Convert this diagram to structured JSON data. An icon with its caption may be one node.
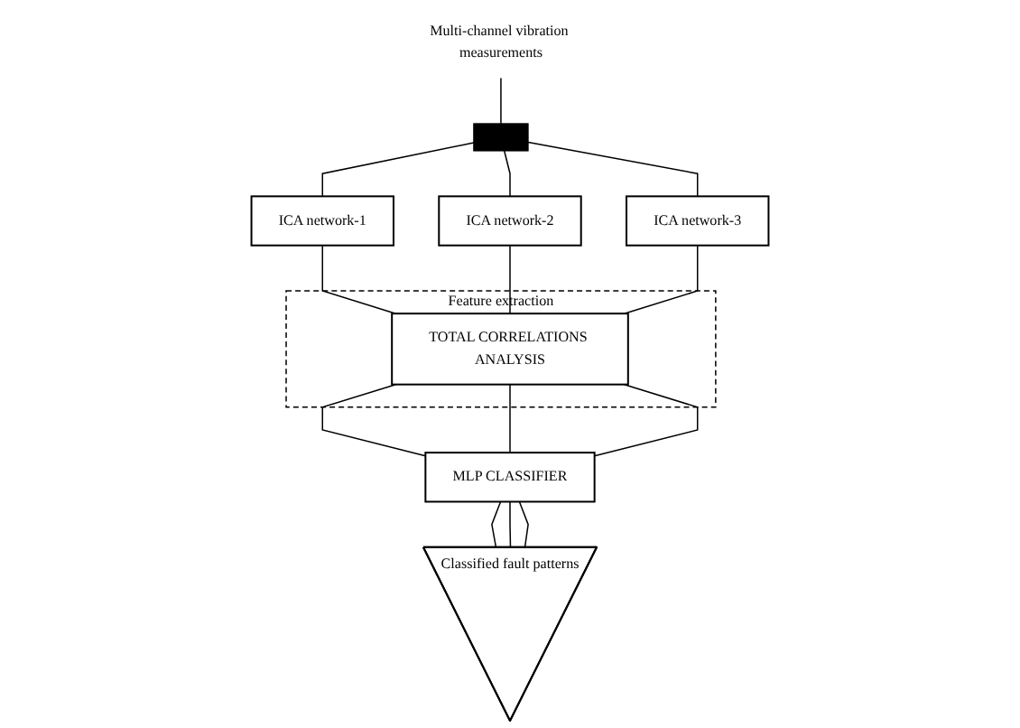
{
  "diagram": {
    "nodes": [
      {
        "text": [
          "Multi-channel vibration measurements"
        ]
      },
      {
        "text": [],
        "shape": "bar"
      },
      {
        "text": [
          "ICA network-1"
        ]
      },
      {
        "text": [
          "ICA network-2"
        ]
      },
      {
        "text": [
          "ICA network-3"
        ]
      },
      {
        "text": [
          "Feature extraction"
        ]
      },
      {
        "text": [
          "TOTAL CORRELATIONS ANALYSIS"
        ],
        "in": 5
      },
      {
        "text": [
          "MLP CLASSIFIER"
        ]
      },
      {
        "text": [
          "Classified fault patterns"
        ]
      }
    ],
    "edges": [
      {
        "from": 0,
        "to": 1,
        "arrow": "none"
      },
      {
        "from": 1,
        "to": 2,
        "arrow": "none"
      },
      {
        "from": 1,
        "to": 3,
        "arrow": "none"
      },
      {
        "from": 1,
        "to": 4,
        "arrow": "none"
      },
      {
        "from": 2,
        "to": 6,
        "arrow": "none"
      },
      {
        "from": 3,
        "to": 6,
        "arrow": "none"
      },
      {
        "from": 4,
        "to": 6,
        "arrow": "none"
      },
      {
        "from": 6,
        "to": 7,
        "arrow": "none"
      },
      {
        "from": 6,
        "to": 7,
        "arrow": "none"
      },
      {
        "from": 6,
        "to": 7,
        "arrow": "none"
      },
      {
        "from": 7,
        "to": 8,
        "arrow": "none"
      },
      {
        "from": 7,
        "to": 8,
        "arrow": "none"
      },
      {
        "from": 7,
        "to": 8,
        "arrow": "none"
      }
    ]
  }
}
